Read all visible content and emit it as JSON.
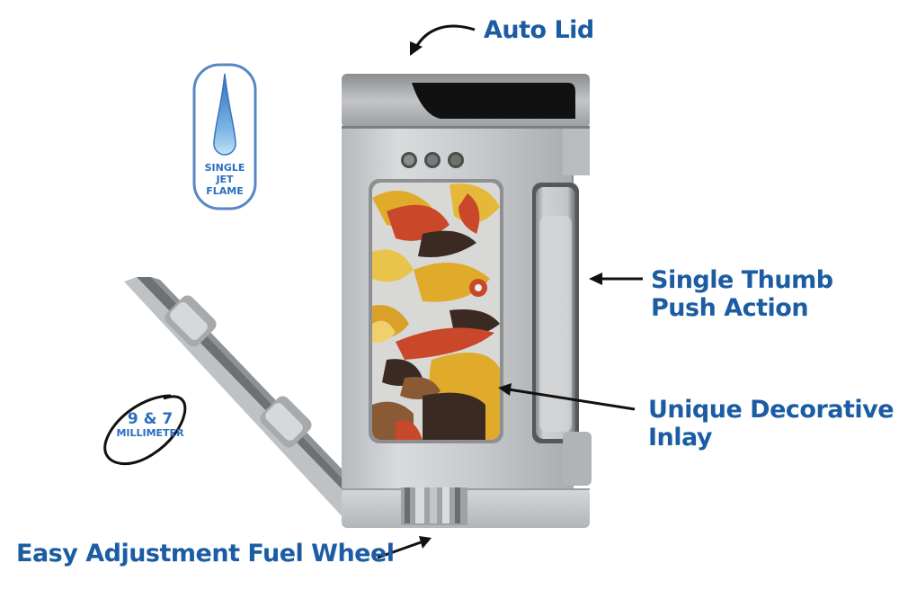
{
  "callouts": {
    "auto_lid": "Auto Lid",
    "thumb_line1": "Single Thumb",
    "thumb_line2": "Push Action",
    "inlay_line1": "Unique Decorative",
    "inlay_line2": "Inlay",
    "fuel_wheel": "Easy Adjustment Fuel Wheel"
  },
  "badges": {
    "flame": {
      "line1": "SINGLE",
      "line2": "JET",
      "line3": "FLAME",
      "icon": "flame-drop-icon"
    },
    "size": {
      "line1": "9 & 7",
      "line2": "MILLIMETER",
      "icon": "swoosh-ellipse-icon"
    }
  },
  "colors": {
    "text_blue": "#1b5ca3",
    "badge_blue": "#2a6ec2",
    "metal": "#c9cbce",
    "inlay_gold": "#e0aa2a",
    "inlay_red": "#c9482a",
    "inlay_brown": "#5a3a24"
  }
}
